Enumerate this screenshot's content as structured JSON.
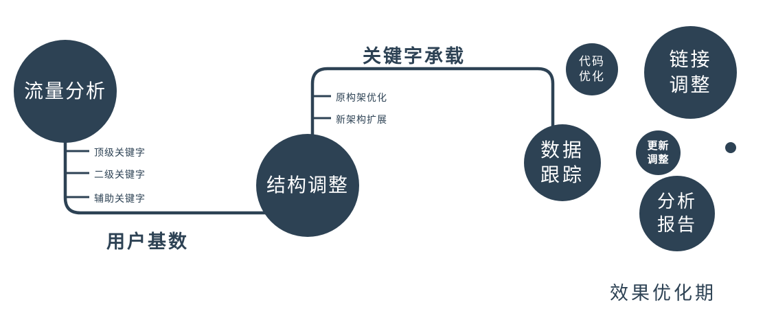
{
  "colors": {
    "primary": "#2d4254",
    "text_on_node": "#ffffff",
    "background": "#ffffff"
  },
  "nodes": {
    "traffic": {
      "label": "流量分析"
    },
    "structure": {
      "label": "结构调整"
    },
    "tracking": {
      "line1": "数据",
      "line2": "跟踪"
    },
    "code": {
      "line1": "代码",
      "line2": "优化"
    },
    "link": {
      "line1": "链接",
      "line2": "调整"
    },
    "update": {
      "line1": "更新",
      "line2": "调整"
    },
    "report": {
      "line1": "分析",
      "line2": "报告"
    }
  },
  "edges": {
    "user_base": "用户基数",
    "keyword_carry": "关键字承载"
  },
  "branches": {
    "left": [
      "顶级关键字",
      "二级关键字",
      "辅助关键字"
    ],
    "mid": [
      "原构架优化",
      "新架构扩展"
    ]
  },
  "caption": "效果优化期"
}
